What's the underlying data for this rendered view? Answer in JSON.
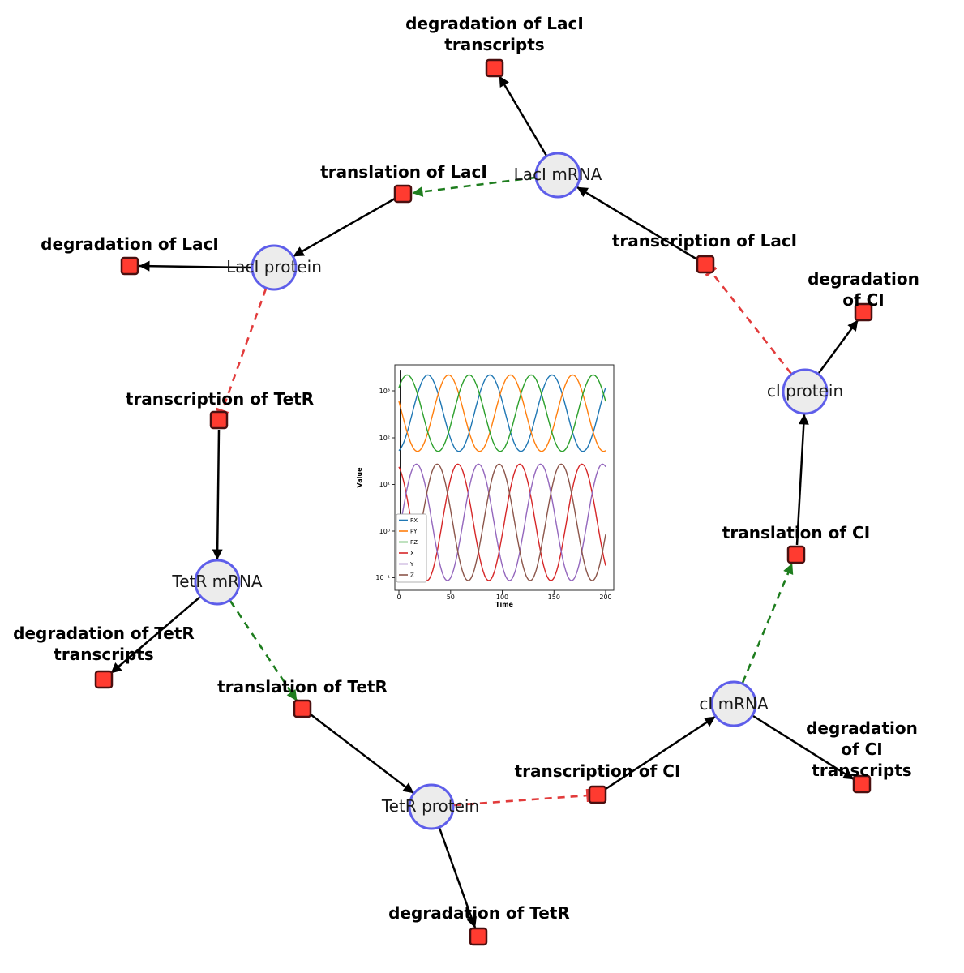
{
  "diagram": {
    "species": [
      {
        "label": "LacI mRNA"
      },
      {
        "label": "LacI protein"
      },
      {
        "label": "TetR mRNA"
      },
      {
        "label": "TetR protein"
      },
      {
        "label": "cI mRNA"
      },
      {
        "label": "cI protein"
      }
    ],
    "reactions": [
      {
        "label": "degradation of LacI\ntranscripts"
      },
      {
        "label": "translation of LacI"
      },
      {
        "label": "transcription of LacI"
      },
      {
        "label": "degradation of LacI"
      },
      {
        "label": "degradation of CI"
      },
      {
        "label": "transcription of TetR"
      },
      {
        "label": "translation of CI"
      },
      {
        "label": "degradation of TetR\ntranscripts"
      },
      {
        "label": "translation of TetR"
      },
      {
        "label": "degradation of CI\ntranscripts"
      },
      {
        "label": "transcription of CI"
      },
      {
        "label": "degradation of TetR"
      }
    ],
    "colors": {
      "edge": "#000000",
      "activation": "#1e7d1e",
      "inhibition": "#e23b3b",
      "species_fill": "#ececec",
      "species_border": "#5e5eea",
      "reaction_fill": "#ff3b30",
      "reaction_border": "#4a1010"
    }
  },
  "chart_data": {
    "type": "line",
    "xlabel": "Time",
    "ylabel": "Value",
    "y_scale": "log",
    "x_range": [
      0,
      200
    ],
    "x_tick_labels": [
      "0",
      "50",
      "100",
      "150",
      "200"
    ],
    "y_tick_labels": [
      "10³",
      "10²",
      "10¹",
      "10⁰",
      "10⁻¹"
    ],
    "legend_position": "lower left",
    "grid": false,
    "initial_transient": {
      "t": 1.5,
      "log_top": 3.45,
      "log_bottom": -0.5
    },
    "series": [
      {
        "name": "PX",
        "color": "#1f77b4",
        "log_mean": 2.52,
        "log_amp": 0.82,
        "period": 60,
        "peak_t": 28,
        "approx_min": 50,
        "approx_max": 2200
      },
      {
        "name": "PY",
        "color": "#ff7f0e",
        "log_mean": 2.52,
        "log_amp": 0.82,
        "period": 60,
        "peak_t": 48,
        "approx_min": 50,
        "approx_max": 2200
      },
      {
        "name": "PZ",
        "color": "#2ca02c",
        "log_mean": 2.52,
        "log_amp": 0.82,
        "period": 60,
        "peak_t": 68,
        "approx_min": 50,
        "approx_max": 2200
      },
      {
        "name": "X",
        "color": "#d62728",
        "log_mean": 0.18,
        "log_amp": 1.25,
        "period": 60,
        "peak_t": 57,
        "approx_min": 0.09,
        "approx_max": 27
      },
      {
        "name": "Y",
        "color": "#9467bd",
        "log_mean": 0.18,
        "log_amp": 1.25,
        "period": 60,
        "peak_t": 77,
        "approx_min": 0.09,
        "approx_max": 27
      },
      {
        "name": "Z",
        "color": "#8c564b",
        "log_mean": 0.18,
        "log_amp": 1.25,
        "period": 60,
        "peak_t": 37,
        "approx_min": 0.09,
        "approx_max": 27
      }
    ]
  }
}
